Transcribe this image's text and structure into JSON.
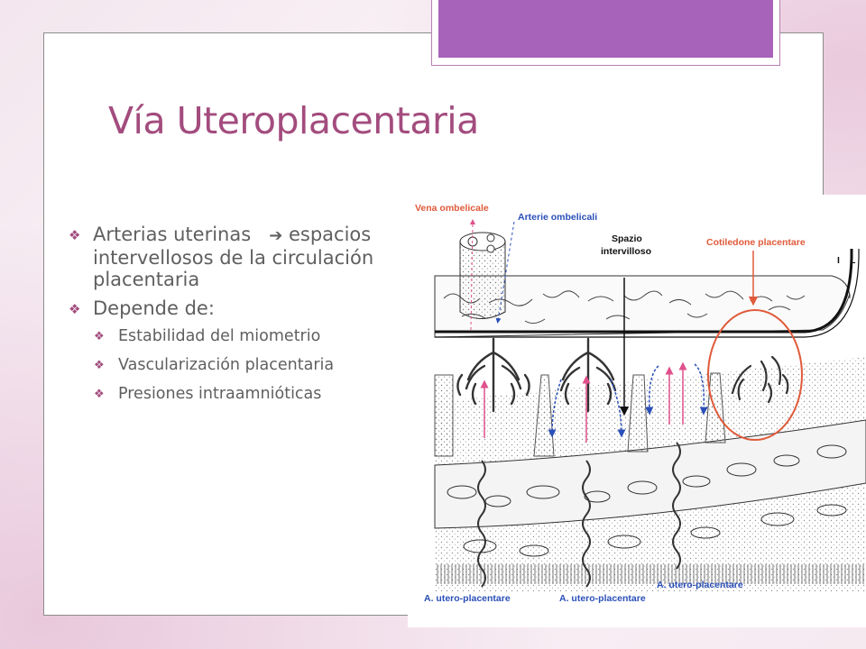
{
  "slide": {
    "title": "Vía Uteroplacentaria",
    "bullets": {
      "item1_part1": "Arterias uterinas",
      "item1_arrow": "➔",
      "item1_part2": "espacios intervellosos de la circulación placentaria",
      "item2": "Depende de:",
      "sub": [
        "Estabilidad del miometrio",
        "Vascularización placentaria",
        "Presiones intraamnióticas"
      ]
    },
    "bullet_glyph": "❖"
  },
  "figure": {
    "labels": {
      "vena": "Vena ombelicale",
      "arterie": "Arterie ombelicali",
      "spazio_1": "Spazio",
      "spazio_2": "intervilloso",
      "cotiledone": "Cotiledone placentare",
      "il_1": "I",
      "il_2": "L",
      "utero_1": "A. utero-placentare",
      "utero_2": "A. utero-placentare",
      "utero_3": "A. utero-placentare"
    },
    "colors": {
      "red": "#e05a3a",
      "blue": "#2a4fb8",
      "pink": "#e0508c"
    }
  },
  "theme": {
    "accent": "#a34c7e",
    "tab": "#a763b9",
    "text": "#5f5f5f"
  }
}
